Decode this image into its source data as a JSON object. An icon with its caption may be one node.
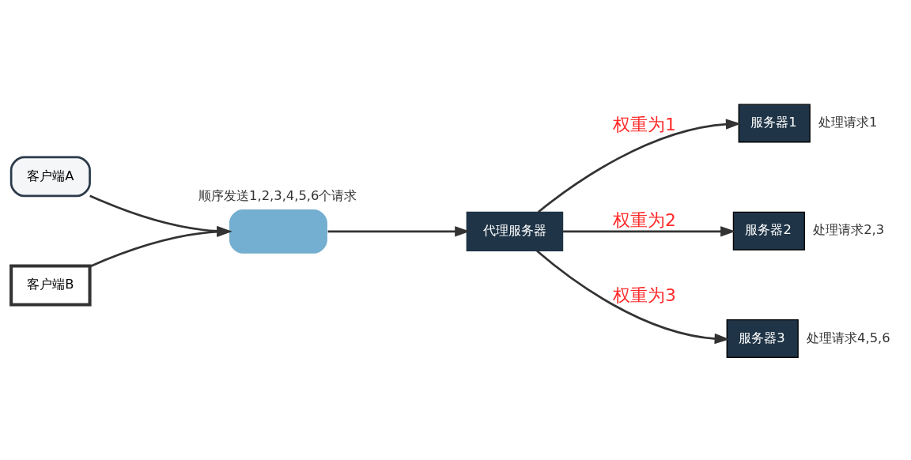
{
  "diagram": {
    "nodes": [
      {
        "text": [
          "客户端A"
        ]
      },
      {
        "text": [
          "客户端B"
        ]
      },
      {
        "text": [],
        "shape": "cloud",
        "beside": [
          "顺序发送1,2,3,4,5,6个请求"
        ]
      },
      {
        "text": [
          "代理服务器"
        ]
      },
      {
        "text": [
          "服务器1"
        ],
        "beside": [
          "处理请求1"
        ]
      },
      {
        "text": [
          "服务器2"
        ],
        "beside": [
          "处理请求2,3"
        ]
      },
      {
        "text": [
          "服务器3"
        ],
        "beside": [
          "处理请求4,5,6"
        ]
      }
    ],
    "edges": [
      {
        "from": 0,
        "to": 2,
        "arrow": "to"
      },
      {
        "from": 1,
        "to": 2,
        "arrow": "to"
      },
      {
        "from": 2,
        "to": 3,
        "arrow": "to"
      },
      {
        "from": 3,
        "to": 4,
        "arrow": "to",
        "label": "权重为1"
      },
      {
        "from": 3,
        "to": 5,
        "arrow": "to",
        "label": "权重为2"
      },
      {
        "from": 3,
        "to": 6,
        "arrow": "to",
        "label": "权重为3"
      }
    ]
  }
}
